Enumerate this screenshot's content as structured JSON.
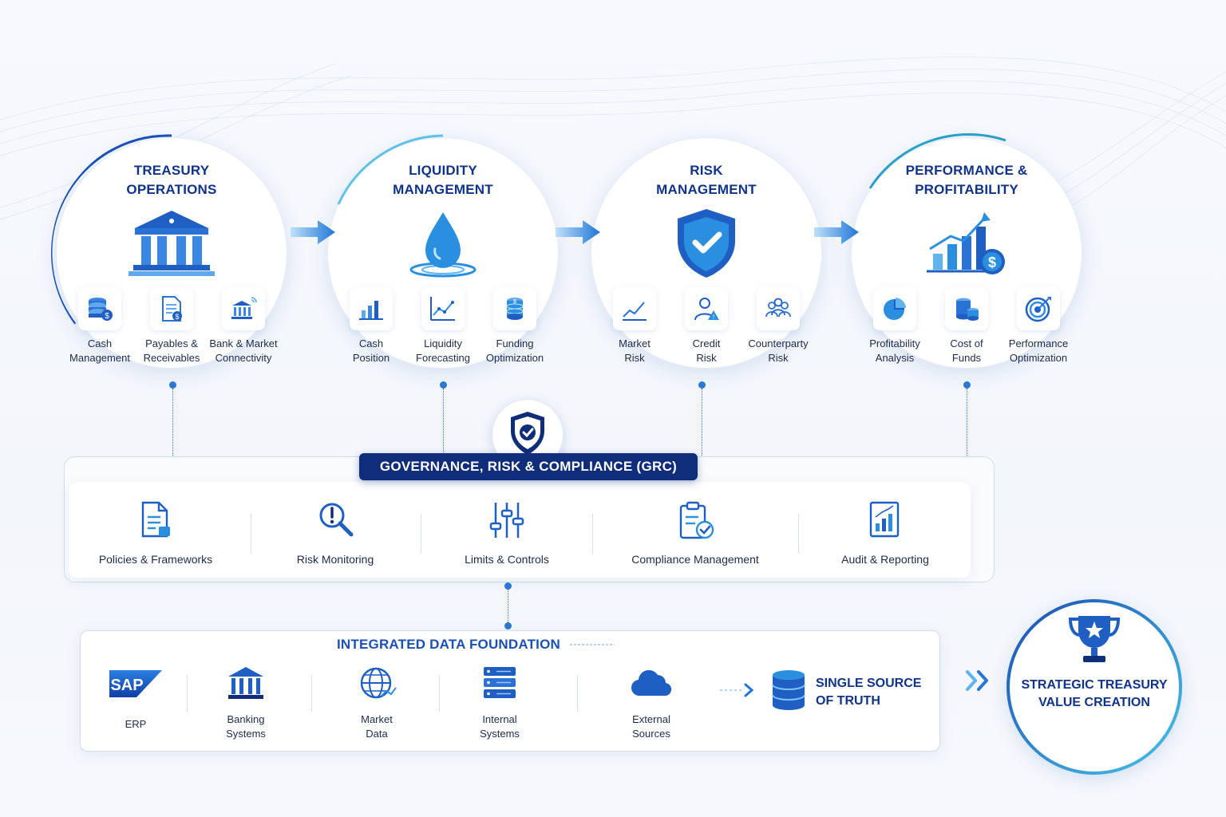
{
  "modules": [
    {
      "title": "TREASURY\nOPERATIONS",
      "hero_icon": "bank-building-icon",
      "subs": [
        {
          "label": "Cash\nManagement",
          "icon": "cash-stack-icon"
        },
        {
          "label": "Payables &\nReceivables",
          "icon": "invoice-icon"
        },
        {
          "label": "Bank & Market\nConnectivity",
          "icon": "bank-signal-icon"
        }
      ]
    },
    {
      "title": "LIQUIDITY\nMANAGEMENT",
      "hero_icon": "water-drop-icon",
      "subs": [
        {
          "label": "Cash\nPosition",
          "icon": "bar-chart-icon"
        },
        {
          "label": "Liquidity\nForecasting",
          "icon": "line-chart-icon"
        },
        {
          "label": "Funding\nOptimization",
          "icon": "coin-stack-icon"
        }
      ]
    },
    {
      "title": "RISK\nMANAGEMENT",
      "hero_icon": "shield-check-icon",
      "subs": [
        {
          "label": "Market\nRisk",
          "icon": "trend-line-icon"
        },
        {
          "label": "Credit\nRisk",
          "icon": "person-warning-icon"
        },
        {
          "label": "Counterparty\nRisk",
          "icon": "people-group-icon"
        }
      ]
    },
    {
      "title": "PERFORMANCE &\nPROFITABILITY",
      "hero_icon": "growth-chart-dollar-icon",
      "subs": [
        {
          "label": "Profitability\nAnalysis",
          "icon": "pie-chart-icon"
        },
        {
          "label": "Cost of\nFunds",
          "icon": "coins-icon"
        },
        {
          "label": "Performance\nOptimization",
          "icon": "target-icon"
        }
      ]
    }
  ],
  "grc": {
    "title": "GOVERNANCE, RISK & COMPLIANCE (GRC)",
    "badge_icon": "shield-check-icon",
    "items": [
      {
        "label": "Policies & Frameworks",
        "icon": "document-icon"
      },
      {
        "label": "Risk Monitoring",
        "icon": "magnifier-alert-icon"
      },
      {
        "label": "Limits & Controls",
        "icon": "sliders-icon"
      },
      {
        "label": "Compliance Management",
        "icon": "clipboard-check-icon"
      },
      {
        "label": "Audit & Reporting",
        "icon": "report-chart-icon"
      }
    ]
  },
  "data_foundation": {
    "title": "INTEGRATED DATA FOUNDATION",
    "items": [
      {
        "label": "ERP",
        "icon": "sap-logo-icon",
        "logo_text": "SAP"
      },
      {
        "label": "Banking\nSystems",
        "icon": "bank-icon"
      },
      {
        "label": "Market\nData",
        "icon": "globe-icon"
      },
      {
        "label": "Internal\nSystems",
        "icon": "server-icon"
      },
      {
        "label": "External\nSources",
        "icon": "cloud-icon"
      }
    ],
    "single_source": "SINGLE SOURCE\nOF TRUTH",
    "single_source_icon": "database-icon"
  },
  "outcome": {
    "label": "STRATEGIC TREASURY\nVALUE CREATION",
    "icon": "trophy-star-icon"
  },
  "colors": {
    "navy": "#0f2d7a",
    "primary": "#1f5fc4",
    "accent": "#2b8fe0",
    "light": "#5fb4f0"
  }
}
